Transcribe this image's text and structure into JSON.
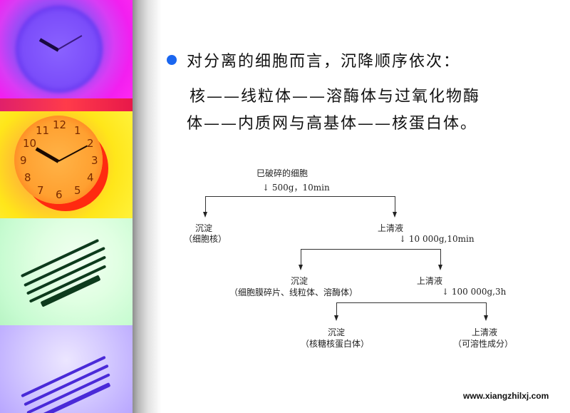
{
  "slide": {
    "bullet_icon": "blue-dot-bullet",
    "accent_color": "#1a66f0",
    "heading": "对分离的细胞而言，沉降顺序依次：",
    "sequence_line1": "核——线粒体——溶酶体与过氧化物酶",
    "sequence_line2": "体——内质网与高基体——核蛋白体。"
  },
  "flowchart": {
    "start": "巳破碎的细胞",
    "step1_condition": "500g，10min",
    "step1_pellet_title": "沉淀",
    "step1_pellet_detail": "（细胞核）",
    "step1_supernatant": "上清液",
    "step2_condition": "10 000g,10min",
    "step2_pellet_title": "沉淀",
    "step2_pellet_detail": "（细胞膜碎片、线粒体、溶酶体）",
    "step2_supernatant": "上清液",
    "step3_condition": "100 000g,3h",
    "step3_pellet_title": "沉淀",
    "step3_pellet_detail": "（核糖核蛋白体）",
    "step3_supernatant_title": "上清液",
    "step3_supernatant_detail": "（可溶性成分）"
  },
  "decor": {
    "clock_purple_numbers": [],
    "clock_orange_numbers": [
      "12",
      "1",
      "2",
      "3",
      "4",
      "5",
      "6",
      "7",
      "8",
      "9",
      "10",
      "11"
    ]
  },
  "footer": {
    "watermark": "www.xiangzhilxj.com"
  }
}
